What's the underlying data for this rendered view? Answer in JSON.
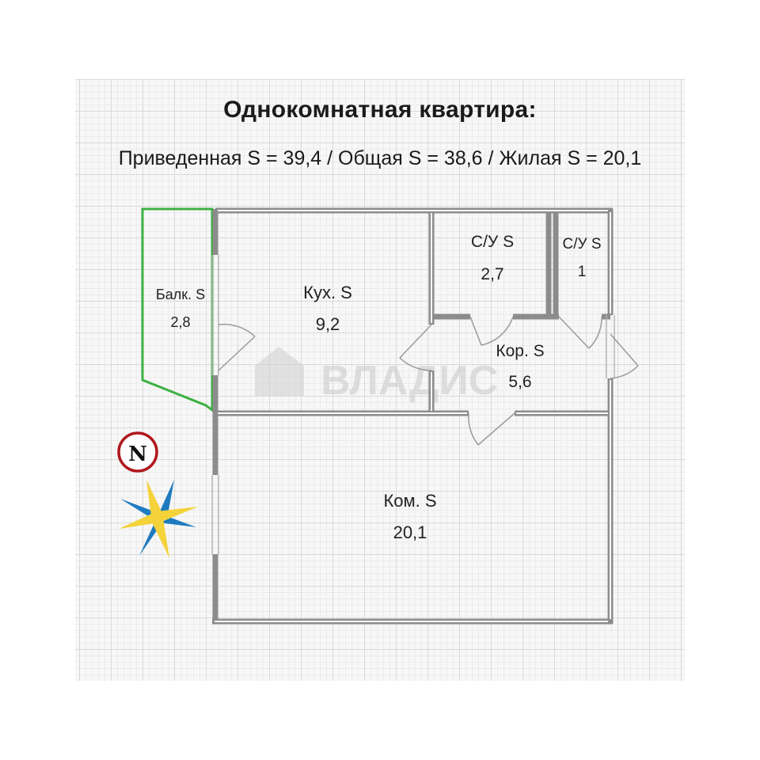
{
  "title": "Однокомнатная квартира:",
  "subtitle": "Приведенная S = 39,4 / Общая S = 38,6 / Жилая S = 20,1",
  "watermark": "ВЛАДИС",
  "compass_label": "N",
  "rooms": {
    "balcony": {
      "name": "Балк. S",
      "area": "2,8"
    },
    "kitchen": {
      "name": "Кух. S",
      "area": "9,2"
    },
    "bath1": {
      "name": "С/У S",
      "area": "2,7"
    },
    "bath2": {
      "name": "С/У S",
      "area": "1"
    },
    "corridor": {
      "name": "Кор. S",
      "area": "5,6"
    },
    "living": {
      "name": "Ком. S",
      "area": "20,1"
    }
  },
  "colors": {
    "wall": "#8c8c8c",
    "balcony_outline": "#3cb043",
    "compass_blue": "#1e7bbf",
    "compass_yellow": "#f4d23a",
    "compass_ring": "#b0181f"
  }
}
